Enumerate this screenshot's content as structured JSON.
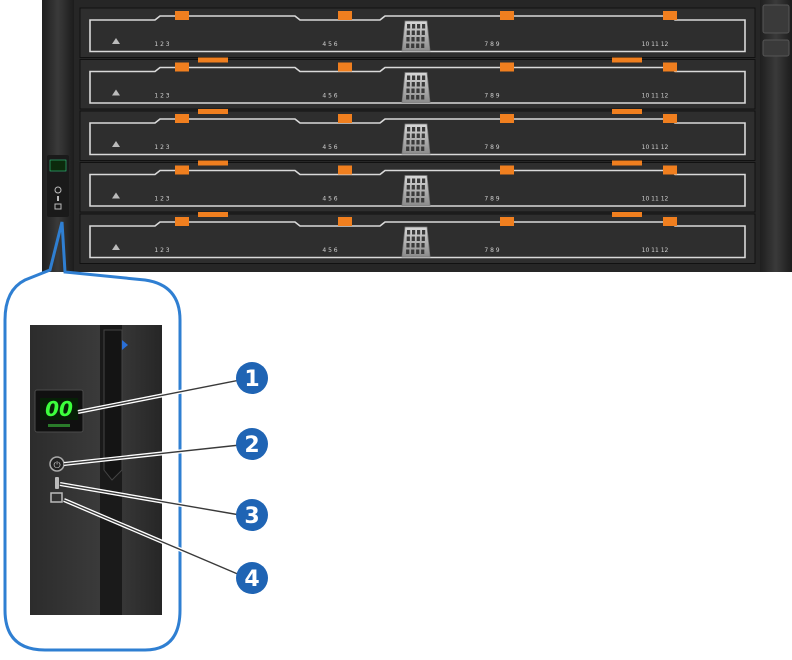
{
  "enclosure": {
    "name": "storage-enclosure-front",
    "drawer_count": 5,
    "drive_led_digits": [
      "1 2 3",
      "4 5 6",
      "7 8 9",
      "10 11 12"
    ]
  },
  "ops_panel": {
    "display_value": "00"
  },
  "callouts": [
    {
      "label": "1",
      "target": "seven-segment-display"
    },
    {
      "label": "2",
      "target": "power-led"
    },
    {
      "label": "3",
      "target": "fault-led"
    },
    {
      "label": "4",
      "target": "identify-led"
    }
  ],
  "colors": {
    "chassis": "#2a2a2a",
    "drawer": "#303030",
    "latch": "#f07f1f",
    "callout": "#1f64b4",
    "zoom_outline": "#2f7fd2",
    "display_green": "#3cff3c"
  }
}
